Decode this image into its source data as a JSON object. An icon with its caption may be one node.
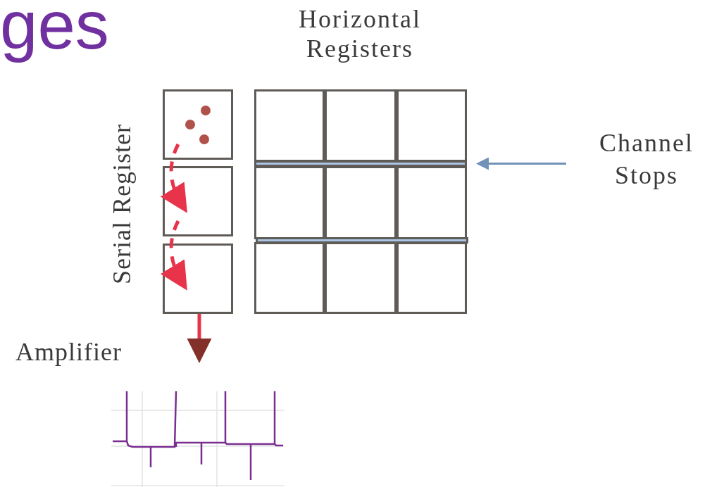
{
  "diagram": {
    "title": "ges",
    "nodes": [
      {
        "text": [],
        "shape": "box"
      },
      {
        "text": [],
        "shape": "box"
      },
      {
        "text": [],
        "shape": "box"
      },
      {
        "text": [],
        "shape": "box"
      },
      {
        "text": [],
        "shape": "box"
      },
      {
        "text": [],
        "shape": "box"
      },
      {
        "text": [],
        "shape": "box"
      },
      {
        "text": [],
        "shape": "box"
      },
      {
        "text": [],
        "shape": "box"
      },
      {
        "text": [],
        "shape": "box"
      },
      {
        "text": [],
        "shape": "box"
      },
      {
        "text": [],
        "shape": "box"
      },
      {
        "text": [],
        "shape": "bar"
      },
      {
        "text": [],
        "shape": "bar"
      },
      {
        "text": [
          "Channel Stops"
        ]
      }
    ],
    "edges": [
      {
        "from": 0,
        "to": 1,
        "arrow": "to",
        "style": "dashed"
      },
      {
        "from": 1,
        "to": 2,
        "arrow": "to",
        "style": "dashed"
      },
      {
        "from": 2,
        "to": null,
        "arrow": "to"
      },
      {
        "from": 14,
        "to": 12,
        "arrow": "to",
        "color": "#7091b8"
      }
    ],
    "labels": [
      "Horizontal Registers",
      "Serial Register",
      "Amplifier"
    ]
  }
}
